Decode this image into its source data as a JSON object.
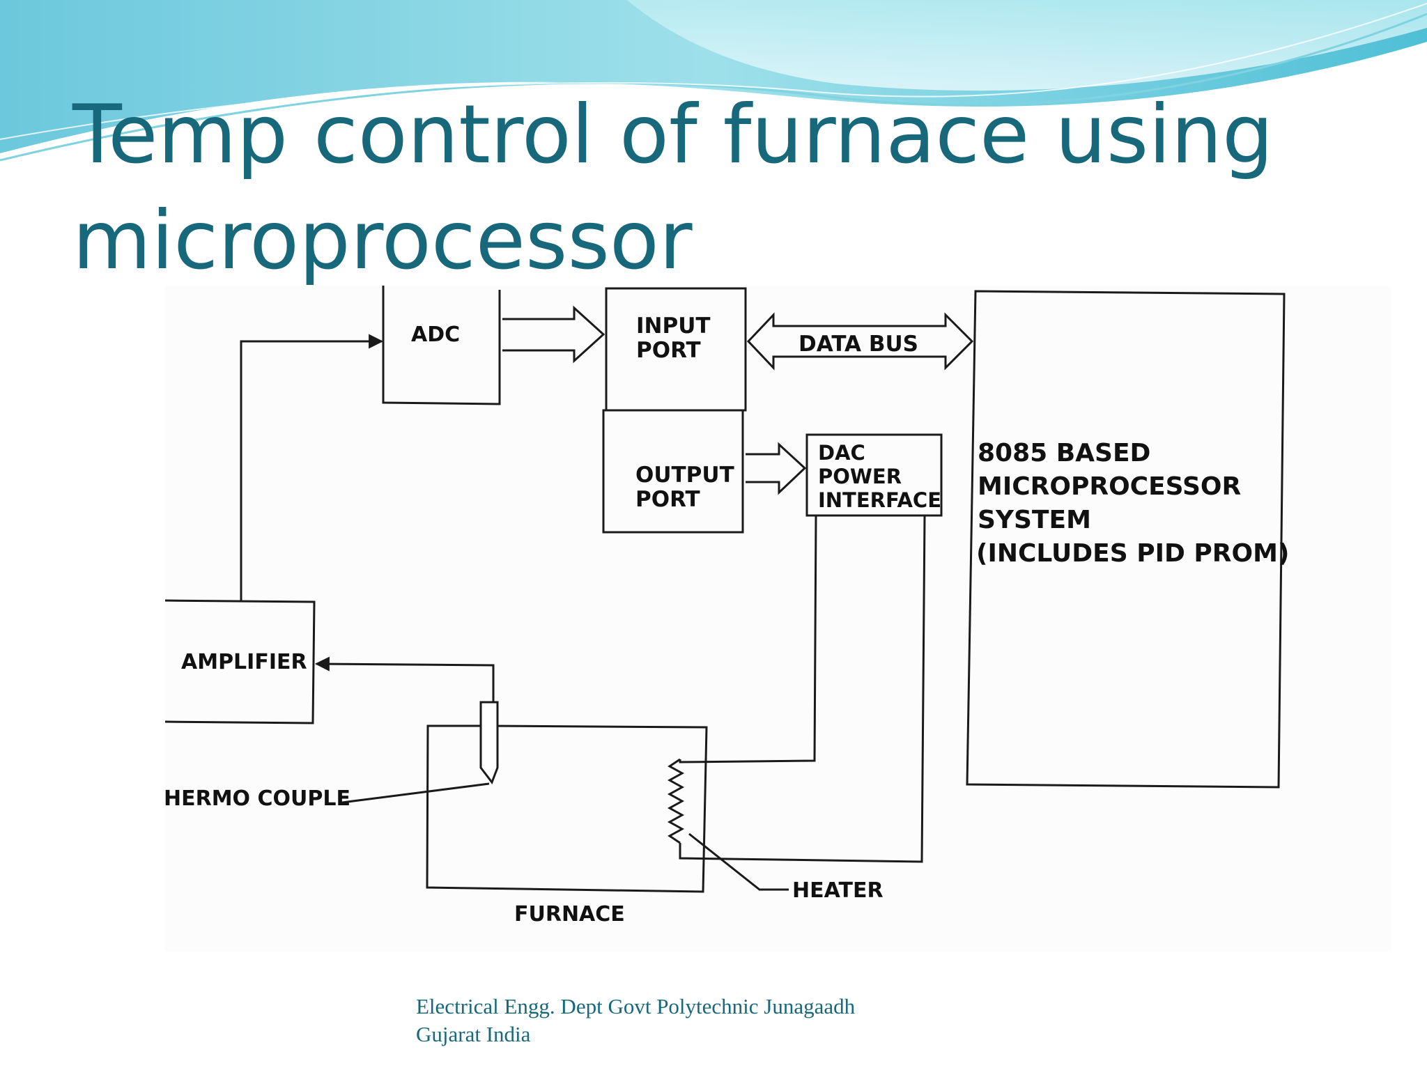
{
  "slide": {
    "title_line1": "Temp control of furnace using",
    "title_line2": "microprocessor",
    "footer_line1": "Electrical Engg. Dept Govt Polytechnic Junagaadh",
    "footer_line2": "Gujarat India"
  },
  "diagram": {
    "adc": "ADC",
    "input_port_1": "INPUT",
    "input_port_2": "PORT",
    "data_bus": "DATA  BUS",
    "output_port_1": "OUTPUT",
    "output_port_2": "PORT",
    "dac_1": "DAC",
    "dac_2": "POWER",
    "dac_3": "INTERFACE",
    "mp_1": "8085  BASED",
    "mp_2": "MICROPROCESSOR",
    "mp_3": "SYSTEM",
    "mp_4": "(INCLUDES  PID  PROM)",
    "amplifier": "AMPLIFIER",
    "thermocouple": "HERMO  COUPLE",
    "heater": "HEATER",
    "furnace": "FURNACE"
  },
  "colors": {
    "title": "#17687b",
    "wave_light": "#a8e6ee",
    "wave_mid": "#5ec8d8",
    "line": "#1a1a1a"
  }
}
